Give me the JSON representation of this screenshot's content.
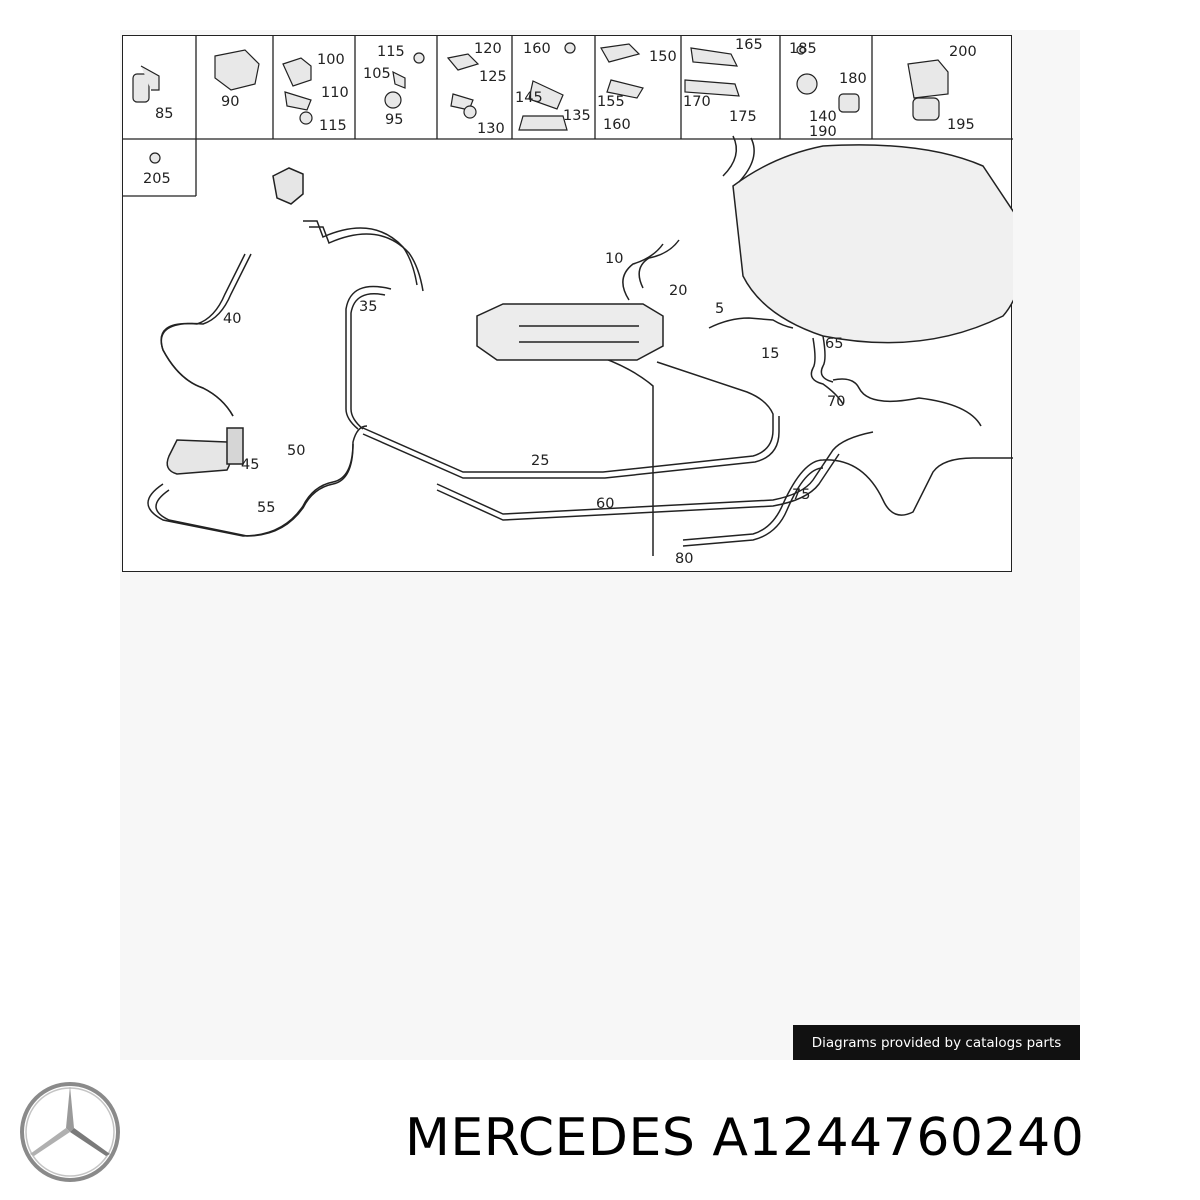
{
  "diagram": {
    "callouts": {
      "c85": "85",
      "c90": "90",
      "c100": "100",
      "c110": "110",
      "c115a": "115",
      "c115b": "115",
      "c105": "105",
      "c95": "95",
      "c120": "120",
      "c125": "125",
      "c130": "130",
      "c160a": "160",
      "c145": "145",
      "c135": "135",
      "c150": "150",
      "c155": "155",
      "c160b": "160",
      "c165": "165",
      "c170": "170",
      "c175": "175",
      "c185": "185",
      "c180": "180",
      "c140": "140",
      "c190": "190",
      "c200": "200",
      "c195": "195",
      "c205": "205",
      "c5": "5",
      "c10": "10",
      "c15": "15",
      "c20": "20",
      "c25": "25",
      "c35": "35",
      "c40": "40",
      "c45": "45",
      "c50": "50",
      "c55": "55",
      "c60": "60",
      "c65": "65",
      "c70": "70",
      "c75": "75",
      "c80": "80"
    }
  },
  "credit": "Diagrams provided by catalogs parts",
  "brand": {
    "name": "MERCEDES A1244760240",
    "logo_icon": "mercedes-star-icon",
    "logo_color": "#8a8a8a"
  }
}
